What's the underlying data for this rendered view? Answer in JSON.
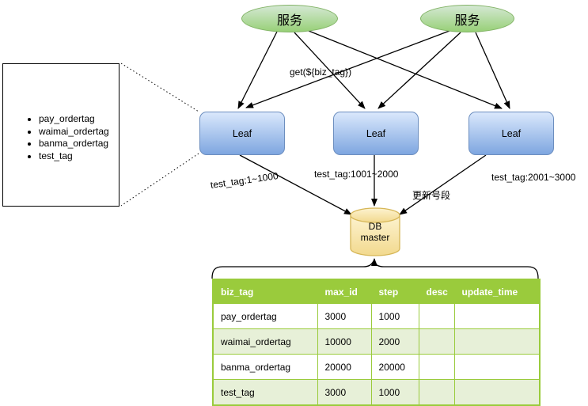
{
  "diagram": {
    "services": [
      {
        "label": "服务"
      },
      {
        "label": "服务"
      }
    ],
    "leaf_nodes": [
      {
        "label": "Leaf"
      },
      {
        "label": "Leaf"
      },
      {
        "label": "Leaf"
      }
    ],
    "database": {
      "line1": "DB",
      "line2": "master"
    },
    "note": {
      "items": [
        "pay_ordertag",
        "waimai_ordertag",
        "banma_ordertag",
        "test_tag"
      ]
    },
    "edge_labels": {
      "get": "get(${biz_tag})",
      "segment1": "test_tag:1~1000",
      "segment2": "test_tag:1001~2000",
      "segment3": "test_tag:2001~3000",
      "update": "更新号段"
    },
    "colors": {
      "service_fill_top": "#d5e8d4",
      "service_fill_bottom": "#97d077",
      "service_stroke": "#82b366",
      "leaf_fill_top": "#dae8fc",
      "leaf_fill_bottom": "#7ea6e0",
      "leaf_stroke": "#6c8ebf",
      "db_fill_top": "#fdf3d0",
      "db_fill_bottom": "#f2d98e",
      "db_stroke": "#d6b656",
      "table_header_bg": "#9acb3c",
      "table_row_alt_bg": "#e7f0d8",
      "table_border": "#9acb3c",
      "connector": "#000000"
    }
  },
  "table": {
    "columns": [
      "biz_tag",
      "max_id",
      "step",
      "desc",
      "update_time"
    ],
    "rows": [
      [
        "pay_ordertag",
        "3000",
        "1000",
        "",
        ""
      ],
      [
        "waimai_ordertag",
        "10000",
        "2000",
        "",
        ""
      ],
      [
        "banma_ordertag",
        "20000",
        "20000",
        "",
        ""
      ],
      [
        "test_tag",
        "3000",
        "1000",
        "",
        ""
      ]
    ]
  }
}
